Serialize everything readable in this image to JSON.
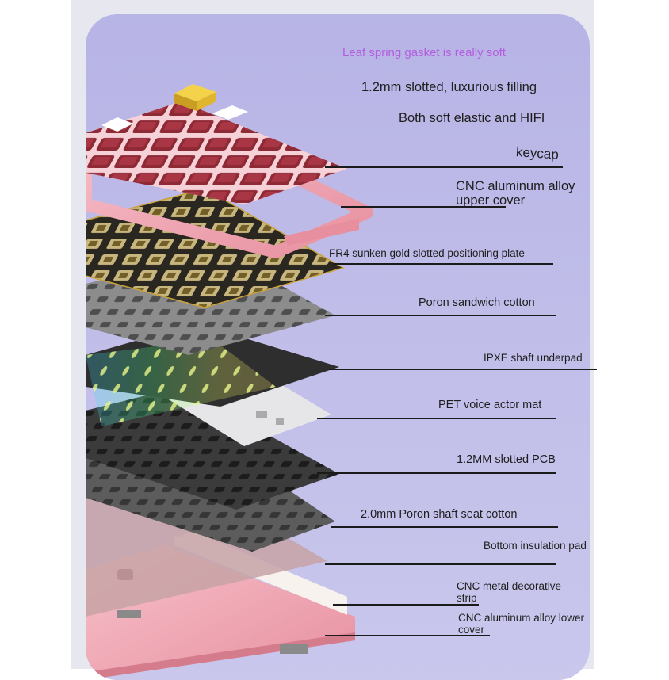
{
  "headline": "Leaf spring gasket is really soft",
  "tagline_1": "1.2mm slotted, luxurious filling",
  "tagline_2": "Both soft elastic and HIFI",
  "layers": {
    "keycap": "keycap",
    "upper_cover": "CNC aluminum alloy upper cover",
    "plate": "FR4 sunken gold slotted positioning plate",
    "sandwich_cotton": "Poron sandwich cotton",
    "shaft_underpad": "IPXE shaft underpad",
    "voice_mat": "PET voice actor mat",
    "pcb": "1.2MM slotted PCB",
    "shaft_seat_cotton": "2.0mm Poron shaft seat cotton",
    "insulation_pad": "Bottom insulation pad",
    "decorative_strip": "CNC metal decorative strip",
    "lower_cover": "CNC aluminum alloy lower cover"
  },
  "colors": {
    "background": "#c0bde9",
    "headline": "#b45dde",
    "case_pink": "#f0a8b4",
    "keycap_maroon": "#8e2a36",
    "switch_gold": "#c9a23a"
  }
}
